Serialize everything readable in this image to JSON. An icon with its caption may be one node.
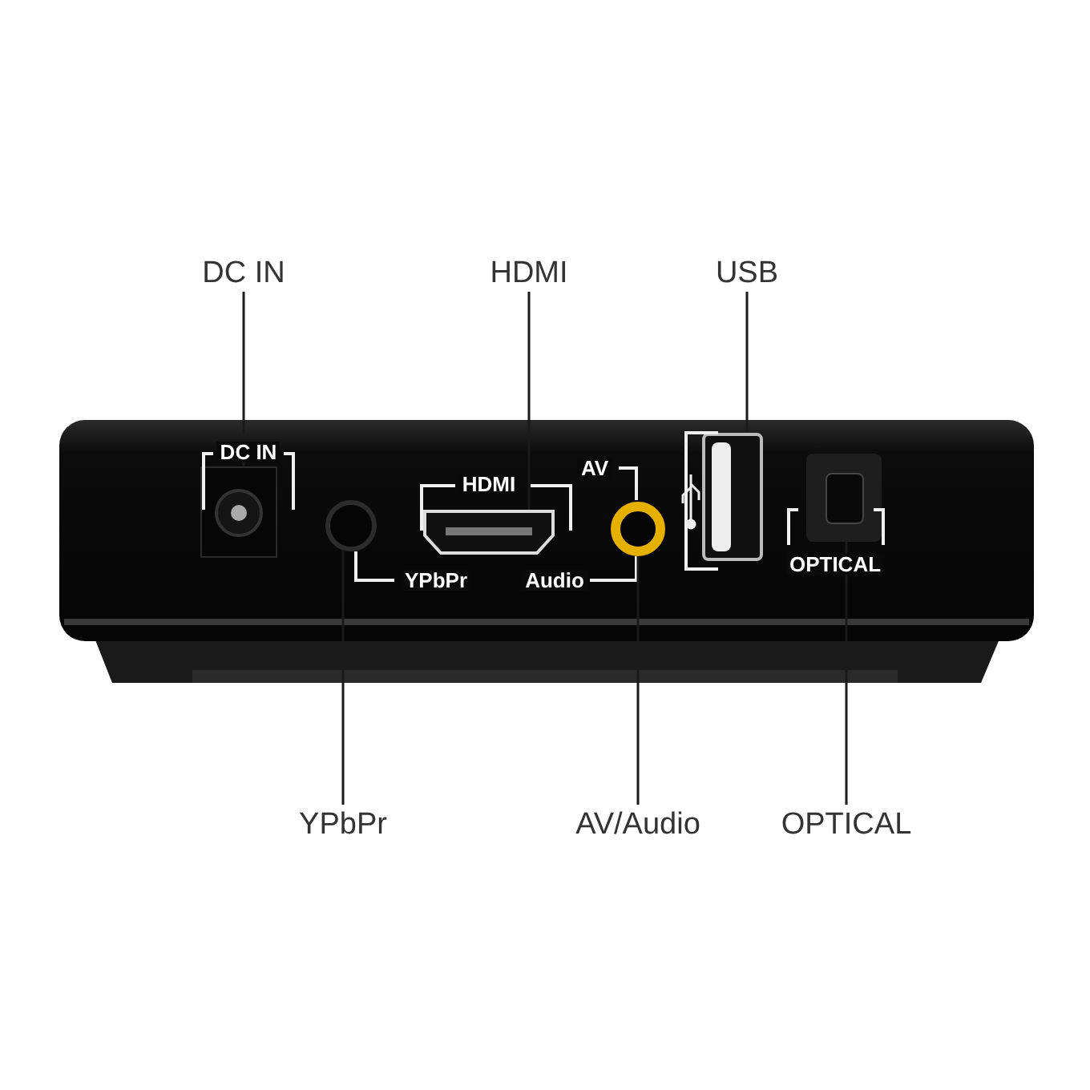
{
  "diagram": {
    "nodes": [
      {
        "text": [
          "DC IN"
        ]
      },
      {
        "text": [
          "HDMI"
        ]
      },
      {
        "text": [
          "USB"
        ]
      },
      {
        "text": [
          "YPbPr"
        ]
      },
      {
        "text": [
          "AV/Audio"
        ]
      },
      {
        "text": [
          "OPTICAL"
        ]
      },
      {
        "text": [],
        "shape": "box"
      },
      {
        "text": [],
        "shape": "circle"
      },
      {
        "text": [],
        "shape": "box"
      },
      {
        "text": [],
        "shape": "circle"
      },
      {
        "text": [],
        "shape": "box"
      },
      {
        "text": [],
        "shape": "box"
      }
    ],
    "edges": [
      {
        "from": 0,
        "to": 6,
        "arrow": "none"
      },
      {
        "from": 1,
        "to": 8,
        "arrow": "none"
      },
      {
        "from": 2,
        "to": 10,
        "arrow": "none"
      },
      {
        "from": 3,
        "to": 7,
        "arrow": "none"
      },
      {
        "from": 4,
        "to": 9,
        "arrow": "none"
      },
      {
        "from": 5,
        "to": 11,
        "arrow": "none"
      }
    ],
    "labels": [
      "DC IN",
      "AV",
      "HDMI",
      "OPTICAL",
      "YPbPr",
      "Audio"
    ]
  }
}
